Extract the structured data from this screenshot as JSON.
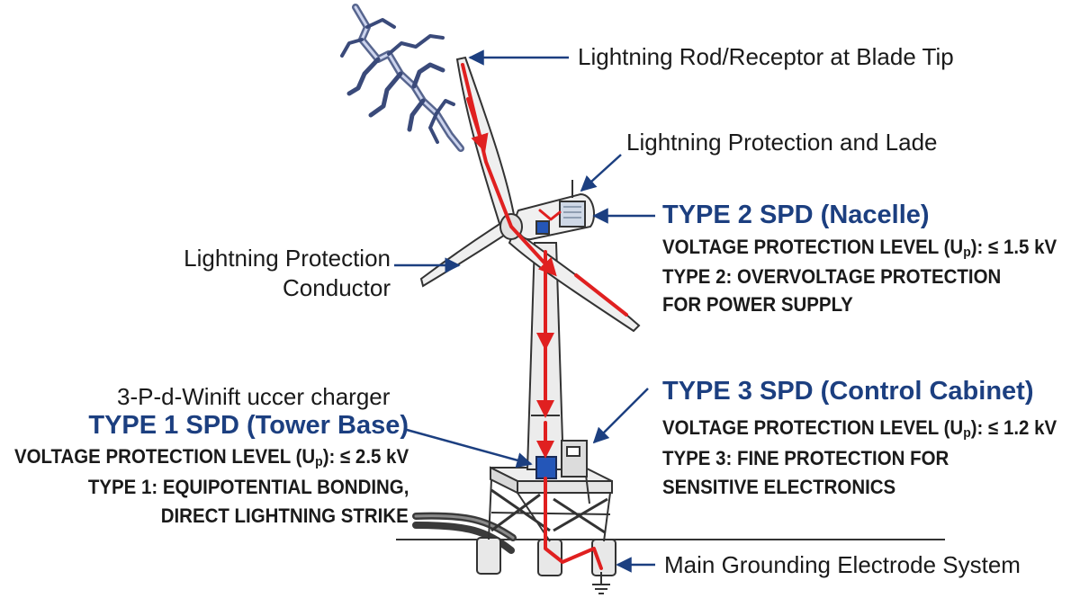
{
  "labels": {
    "blade_tip": "Lightning Rod/Receptor at Blade Tip",
    "nacelle_top": "Lightning Protection and Lade",
    "conductor_line1": "Lightning Protection",
    "conductor_line2": "Conductor",
    "grounding": "Main Grounding Electrode System",
    "charger": "3-P-d-Winift uccer charger"
  },
  "type2": {
    "heading": "TYPE 2 SPD (Nacelle)",
    "voltage_prefix": "VOLTAGE PROTECTION LEVEL (U",
    "voltage_sub": "p",
    "voltage_suffix": "): ≤ 1.5 kV",
    "desc_line1": "TYPE 2: OVERVOLTAGE PROTECTION",
    "desc_line2": "FOR POWER SUPPLY"
  },
  "type3": {
    "heading": "TYPE 3 SPD (Control Cabinet)",
    "voltage_prefix": "VOLTAGE PROTECTION LEVEL (U",
    "voltage_sub": "p",
    "voltage_suffix": "): ≤ 1.2 kV",
    "desc_line1": "TYPE 3: FINE PROTECTION FOR",
    "desc_line2": "SENSITIVE ELECTRONICS"
  },
  "type1": {
    "heading": "TYPE 1 SPD (Tower Base)",
    "voltage_prefix": "VOLTAGE PROTECTION LEVEL (U",
    "voltage_sub": "p",
    "voltage_suffix": "): ≤ 2.5 kV",
    "desc_line1": "TYPE 1: EQUIPOTENTIAL BONDING,",
    "desc_line2": "DIRECT LIGHTNING STRIKE"
  },
  "colors": {
    "heading_blue": "#1c3f80",
    "arrow_blue": "#1c3f80",
    "current_red": "#e02020",
    "lightning": "#3a4a7a",
    "spd_box": "#2456b8",
    "outline": "#333333"
  }
}
